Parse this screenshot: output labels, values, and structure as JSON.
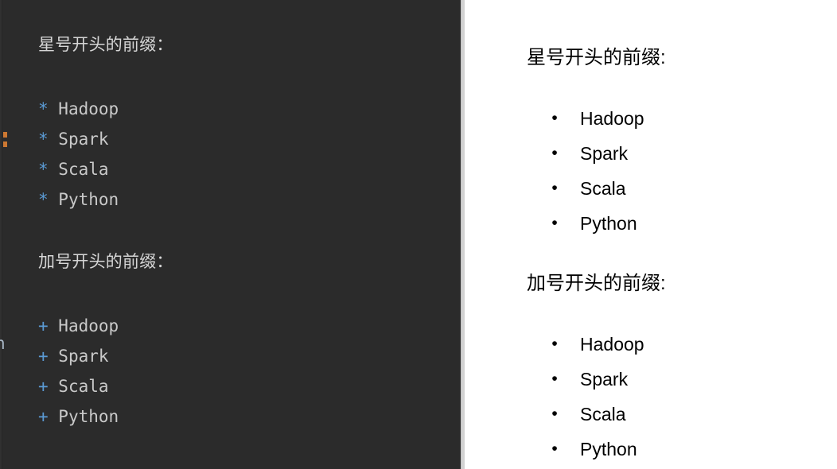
{
  "editor": {
    "background_color": "#2b2b2b",
    "text_color": "#c9c9c9",
    "marker_color": "#5b9bd5",
    "clipped_left_char": "n",
    "blocks": [
      {
        "heading": "星号开头的前缀：",
        "marker": "*",
        "items": [
          "Hadoop",
          "Spark",
          "Scala",
          "Python"
        ]
      },
      {
        "heading": "加号开头的前缀：",
        "marker": "+",
        "items": [
          "Hadoop",
          "Spark",
          "Scala",
          "Python"
        ]
      }
    ]
  },
  "preview": {
    "background_color": "#ffffff",
    "text_color": "#000000",
    "bullet": "•",
    "blocks": [
      {
        "heading": "星号开头的前缀:",
        "items": [
          "Hadoop",
          "Spark",
          "Scala",
          "Python"
        ]
      },
      {
        "heading": "加号开头的前缀:",
        "items": [
          "Hadoop",
          "Spark",
          "Scala",
          "Python"
        ]
      }
    ]
  },
  "divider": {
    "color": "#d2d2d2"
  }
}
